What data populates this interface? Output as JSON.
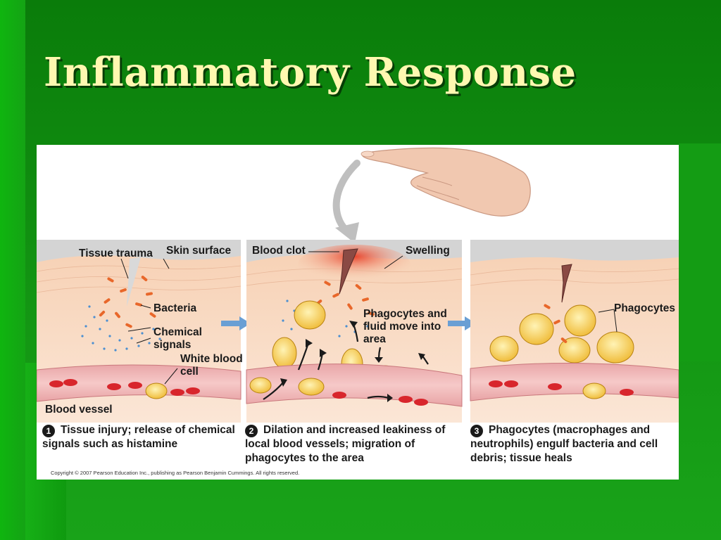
{
  "slide": {
    "title": "Inflammatory Response",
    "colors": {
      "background": "#0f8a0f",
      "title_text": "#fff8b0"
    }
  },
  "figure": {
    "panel1": {
      "labels": {
        "tissue_trauma": "Tissue trauma",
        "skin_surface": "Skin surface",
        "bacteria": "Bacteria",
        "chemical_signals": "Chemical signals",
        "white_blood_cell": "White blood cell",
        "blood_vessel": "Blood vessel"
      },
      "step_number": "1",
      "caption": "Tissue injury; release of chemical signals such as histamine"
    },
    "panel2": {
      "labels": {
        "blood_clot": "Blood clot",
        "swelling": "Swelling",
        "phagocytes_fluid": "Phagocytes and fluid move into area"
      },
      "step_number": "2",
      "caption": "Dilation and increased leakiness of local blood vessels; migration of phagocytes to the area"
    },
    "panel3": {
      "labels": {
        "phagocytes": "Phagocytes"
      },
      "step_number": "3",
      "caption": "Phagocytes (macrophages and neutrophils) engulf bacteria and cell debris; tissue heals"
    },
    "copyright": "Copyright © 2007 Pearson Education Inc., publishing as Pearson Benjamin Cummings. All rights reserved.",
    "icons": [
      "finger-hand-icon",
      "curved-arrow-icon",
      "arrow-right-icon"
    ]
  }
}
